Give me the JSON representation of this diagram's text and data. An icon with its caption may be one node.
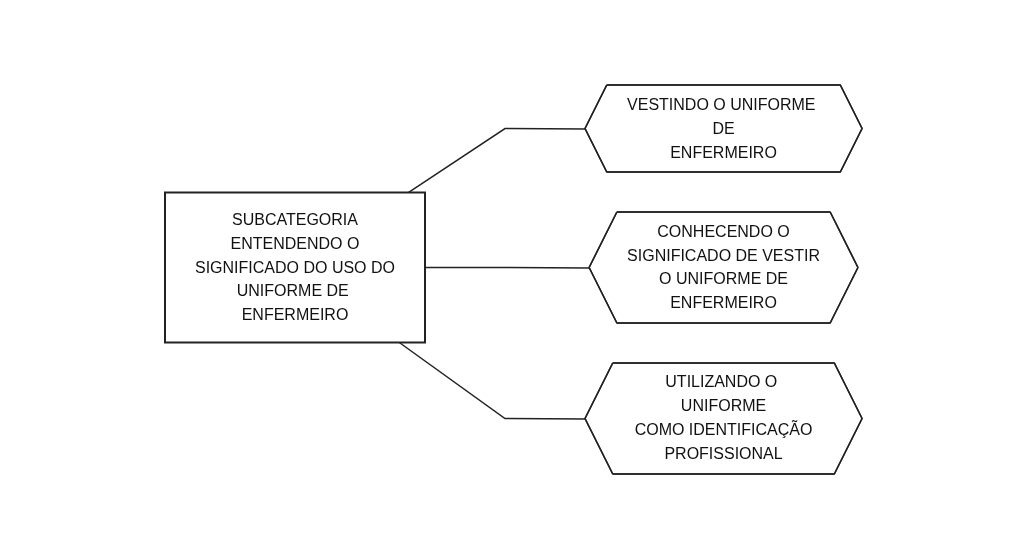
{
  "diagram": {
    "nodes": [
      {
        "text": [
          "SUBCATEGORIA ENTENDENDO O SIGNIFICADO DO USO DO UNIFORME DE ENFERMEIRO"
        ]
      },
      {
        "text": [
          "VESTINDO O UNIFORME DE ENFERMEIRO"
        ]
      },
      {
        "text": [
          "CONHECENDO O SIGNIFICADO DE VESTIR O UNIFORME DE ENFERMEIRO"
        ]
      },
      {
        "text": [
          "UTILIZANDO O UNIFORME COMO IDENTIFICAÇÃO PROFISSIONAL"
        ]
      }
    ],
    "edges": [
      {
        "from": 0,
        "to": 1,
        "arrow": "none"
      },
      {
        "from": 0,
        "to": 2,
        "arrow": "none"
      },
      {
        "from": 0,
        "to": 3,
        "arrow": "none"
      }
    ]
  }
}
